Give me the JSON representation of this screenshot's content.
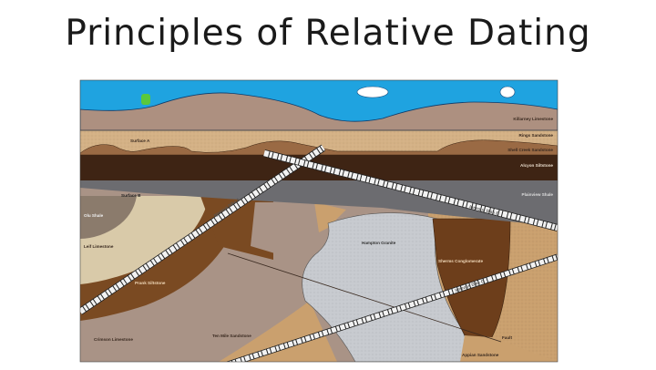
{
  "title": "Principles of Relative Dating",
  "labels": {
    "killarney": "Killarney Limestone",
    "rings": "Rings Sandstone",
    "shell": "Shell Creek Sandstone",
    "alcyon": "Alcyon Siltstone",
    "plainview": "Plainview Shale",
    "surface_a": "Surface A",
    "surface_b": "Surface B",
    "olu": "Olu Shale",
    "leif": "Leif Limestone",
    "prank": "Prank Siltstone",
    "crimson": "Crimson Limestone",
    "tenmile": "Ten Mile Sandstone",
    "hampton": "Hampton Granite",
    "sherms": "Sherms Conglomerate",
    "fault": "Fault",
    "appian": "Appian Sandstone",
    "dike1": "Igneous Dike A",
    "dike2": "Igneous Dike B",
    "dike3": "Igneous Dike C"
  },
  "colors": {
    "sky": "#1fa3e0",
    "killarney": "#ad9080",
    "rings": "#d4b185",
    "shell": "#9a6a44",
    "alcyon": "#3e2414",
    "plainview": "#6c6c70",
    "granite": "#c7cacf",
    "sherms": "#6d3e1b",
    "tan": "#caa06e"
  }
}
